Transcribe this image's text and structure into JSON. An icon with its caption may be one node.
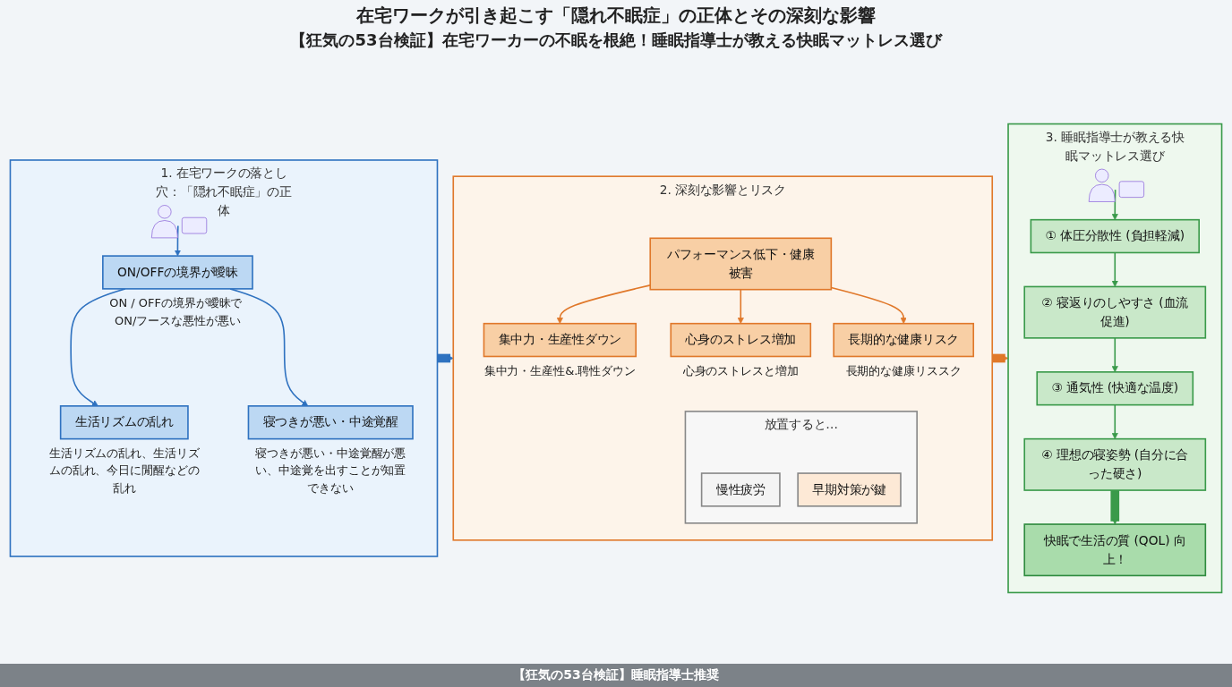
{
  "diagram": {
    "title": "在宅ワークが引き起こす「隠れ不眠症」の正体とその深刻な影響",
    "caption": "【狂気の53台検証】睡眠指導士推奨",
    "labels": [
      "【狂気の53台検証】在宅ワーカーの不眠を根絶！睡眠指導士が教える快眠マットレス選び"
    ],
    "nodes": [
      {
        "text": [
          "1. 在宅ワークの落とし穴：「隠れ不眠症」の正体"
        ]
      },
      {
        "text": [],
        "shape": "picture",
        "in": 0
      },
      {
        "text": [
          "ON/OFFの境界が曖昧"
        ],
        "beside": [
          "ON / OFFの境界が曖昧で ON/フースな悪性が悪い"
        ],
        "in": 0
      },
      {
        "text": [
          "生活リズムの乱れ"
        ],
        "beside": [
          "生活リズムの乱れ、生活リズムの乱れ、今日に閒醒などの乱れ"
        ],
        "in": 0
      },
      {
        "text": [
          "寝つきが悪い・中途覚醒"
        ],
        "beside": [
          "寝つきが悪い・中途覚醒が悪い、中途覚を出すことが知置できない"
        ],
        "in": 0
      },
      {
        "text": [
          "2. 深刻な影響とリスク"
        ]
      },
      {
        "text": [
          "パフォーマンス低下・健康被害"
        ],
        "in": 5
      },
      {
        "text": [
          "集中力・生産性ダウン"
        ],
        "beside": [
          "集中力・生産性&.聘性ダウン"
        ],
        "in": 5
      },
      {
        "text": [
          "心身のストレス増加"
        ],
        "beside": [
          "心身のストレスと増加"
        ],
        "in": 5
      },
      {
        "text": [
          "長期的な健康リスク"
        ],
        "beside": [
          "長期的な健康リススク"
        ],
        "in": 5
      },
      {
        "text": [
          "放置すると…"
        ],
        "in": 5
      },
      {
        "text": [
          "慢性疲労"
        ],
        "in": 10
      },
      {
        "text": [
          "早期対策が鍵"
        ],
        "in": 10
      },
      {
        "text": [
          "3. 睡眠指導士が教える快眠マットレス選び"
        ]
      },
      {
        "text": [],
        "shape": "picture",
        "in": 13
      },
      {
        "text": [
          "① 体圧分散性 (負担軽減)"
        ],
        "in": 13
      },
      {
        "text": [
          "② 寝返りのしやすさ (血流促進)"
        ],
        "in": 13
      },
      {
        "text": [
          "③ 通気性 (快適な温度)"
        ],
        "in": 13
      },
      {
        "text": [
          "④ 理想の寝姿勢 (自分に合った硬さ)"
        ],
        "in": 13
      },
      {
        "text": [
          "快眠で生活の質 (QOL) 向上！"
        ],
        "in": 13
      }
    ],
    "edges": [
      {
        "from": 1,
        "to": 2,
        "arrow": "to",
        "color": "#2f72c0"
      },
      {
        "from": 2,
        "to": 3,
        "arrow": "to",
        "color": "#2f72c0"
      },
      {
        "from": 2,
        "to": 4,
        "arrow": "to",
        "color": "#2f72c0"
      },
      {
        "from": 0,
        "to": 5,
        "arrow": "to",
        "style": "thick",
        "color": "#2f72c0"
      },
      {
        "from": 6,
        "to": 7,
        "arrow": "to",
        "color": "#e0782a"
      },
      {
        "from": 6,
        "to": 8,
        "arrow": "to",
        "color": "#e0782a"
      },
      {
        "from": 6,
        "to": 9,
        "arrow": "to",
        "color": "#e0782a"
      },
      {
        "from": 5,
        "to": 13,
        "arrow": "to",
        "style": "thick",
        "color": "#e0782a"
      },
      {
        "from": 14,
        "to": 15,
        "arrow": "to"
      },
      {
        "from": 15,
        "to": 16,
        "arrow": "to"
      },
      {
        "from": 16,
        "to": 17,
        "arrow": "to"
      },
      {
        "from": 17,
        "to": 18,
        "arrow": "to"
      },
      {
        "from": 18,
        "to": 19,
        "arrow": "to",
        "style": "thick"
      }
    ]
  }
}
